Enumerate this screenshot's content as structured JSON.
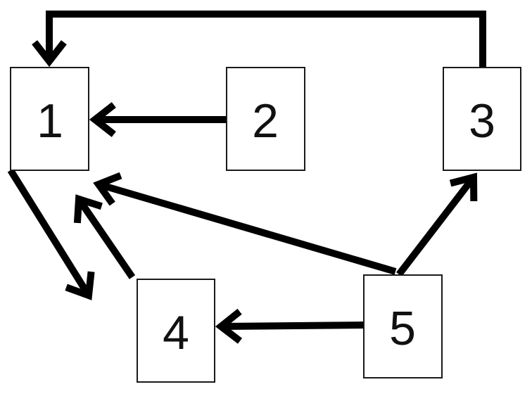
{
  "nodes": [
    {
      "id": "1",
      "label": "1"
    },
    {
      "id": "2",
      "label": "2"
    },
    {
      "id": "3",
      "label": "3"
    },
    {
      "id": "4",
      "label": "4"
    },
    {
      "id": "5",
      "label": "5"
    }
  ],
  "edges": [
    {
      "from": "2",
      "to": "1"
    },
    {
      "from": "3",
      "to": "1"
    },
    {
      "from": "1",
      "to": "4"
    },
    {
      "from": "4",
      "to": "1"
    },
    {
      "from": "5",
      "to": "1"
    },
    {
      "from": "5",
      "to": "3"
    },
    {
      "from": "5",
      "to": "4"
    }
  ]
}
